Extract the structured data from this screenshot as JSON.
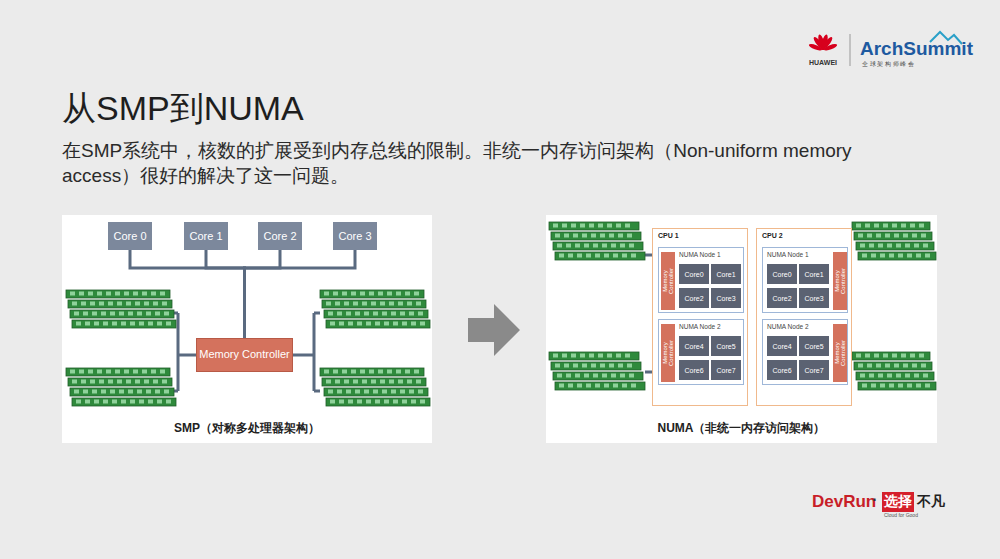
{
  "diagram": {
    "title": "从SMP到NUMA",
    "nodes": [
      {
        "text": [
          "Core 0"
        ]
      },
      {
        "text": [
          "Core 1"
        ]
      },
      {
        "text": [
          "Core 2"
        ]
      },
      {
        "text": [
          "Core 3"
        ]
      },
      {
        "text": [
          "Memory Controller"
        ]
      },
      {
        "text": [
          "CPU 1"
        ]
      },
      {
        "text": [
          "NUMA Node 1"
        ],
        "in": 5
      },
      {
        "text": [
          "Memory Controller"
        ],
        "in": 6
      },
      {
        "text": [
          "Core0"
        ],
        "in": 6
      },
      {
        "text": [
          "Core1"
        ],
        "in": 6
      },
      {
        "text": [
          "Core2"
        ],
        "in": 6
      },
      {
        "text": [
          "Core3"
        ],
        "in": 6
      },
      {
        "text": [
          "NUMA Node 2"
        ],
        "in": 5
      },
      {
        "text": [
          "Memory Controller"
        ],
        "in": 12
      },
      {
        "text": [
          "Core4"
        ],
        "in": 12
      },
      {
        "text": [
          "Core5"
        ],
        "in": 12
      },
      {
        "text": [
          "Core6"
        ],
        "in": 12
      },
      {
        "text": [
          "Core7"
        ],
        "in": 12
      },
      {
        "text": [
          "CPU 2"
        ]
      },
      {
        "text": [
          "NUMA Node 1"
        ],
        "in": 18
      },
      {
        "text": [
          "Memory Controller"
        ],
        "in": 19
      },
      {
        "text": [
          "Core0"
        ],
        "in": 19
      },
      {
        "text": [
          "Core1"
        ],
        "in": 19
      },
      {
        "text": [
          "Core2"
        ],
        "in": 19
      },
      {
        "text": [
          "Core3"
        ],
        "in": 19
      },
      {
        "text": [
          "NUMA Node 2"
        ],
        "in": 18
      },
      {
        "text": [
          "Memory Controller"
        ],
        "in": 25
      },
      {
        "text": [
          "Core4"
        ],
        "in": 25
      },
      {
        "text": [
          "Core5"
        ],
        "in": 25
      },
      {
        "text": [
          "Core6"
        ],
        "in": 25
      },
      {
        "text": [
          "Core7"
        ],
        "in": 25
      }
    ],
    "edges": [
      {
        "from": 0,
        "to": 4,
        "arrow": "none"
      },
      {
        "from": 1,
        "to": 4,
        "arrow": "none"
      },
      {
        "from": 2,
        "to": 4,
        "arrow": "none"
      },
      {
        "from": 3,
        "to": 4,
        "arrow": "none"
      }
    ],
    "labels": [
      "在SMP系统中，核数的扩展受到内存总线的限制。非统一内存访问架构（Non-uniform memory access）很好的解决了这一问题。",
      "SMP（对称多处理器架构）",
      "NUMA（非统一内存访问架构）",
      "HUAWEI",
      "ArchSummit",
      "全 球 架 构 师 峰 会",
      "DevRun",
      "·",
      "选择",
      "不凡",
      "Cloud for Good"
    ]
  }
}
